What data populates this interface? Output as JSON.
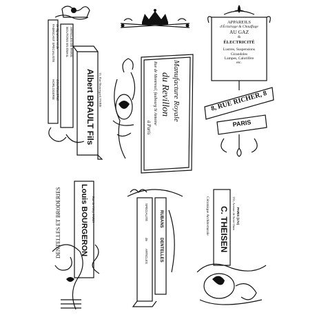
{
  "labels": {
    "brault": {
      "name": "Albert BRAULT Fils",
      "lines": [
        "FABRICANT SPÉCIALISTE",
        "de Bijouterie et de",
        "BOUTONS EN ÉMAIL",
        "ARTICLES DE PARIS",
        "HORLOGERIE",
        "COUTELLERIE",
        "15, Rue Beauregard, PARIS"
      ]
    },
    "revillon": {
      "line1": "Manufacture Royale",
      "line2": "du Revillon",
      "line3": "Rue de Montreuil, faubourg St Antoine",
      "line4": "à Paris"
    },
    "richer": {
      "header": [
        "APPAREILS",
        "d'Éclairage & Chauffage",
        "AU GAZ",
        "&",
        "ÉLECTRICITÉ",
        "Lustres, Suspensions",
        "Girandoles",
        "Lampes, Calorifère",
        "etc."
      ],
      "street": "8, RUE RICHER, 8",
      "city": "PARIS"
    },
    "bourgeron": {
      "title": "DENTELLES ET BRODERIES",
      "name": "Louis BOURGERON",
      "address": "Rue de Cléry, PARIS"
    },
    "center_bottom": {
      "lines": [
        "SPÉCIALITÉ",
        "de",
        "ARTICLES",
        "RUBANS",
        "DENTELLES"
      ]
    },
    "theisen": {
      "name": "C. THEISEN",
      "subtitle": "Céramique Architecturale",
      "address": "135, Avenue de Saint-Ouen",
      "city": "PARIS (17e)"
    }
  }
}
